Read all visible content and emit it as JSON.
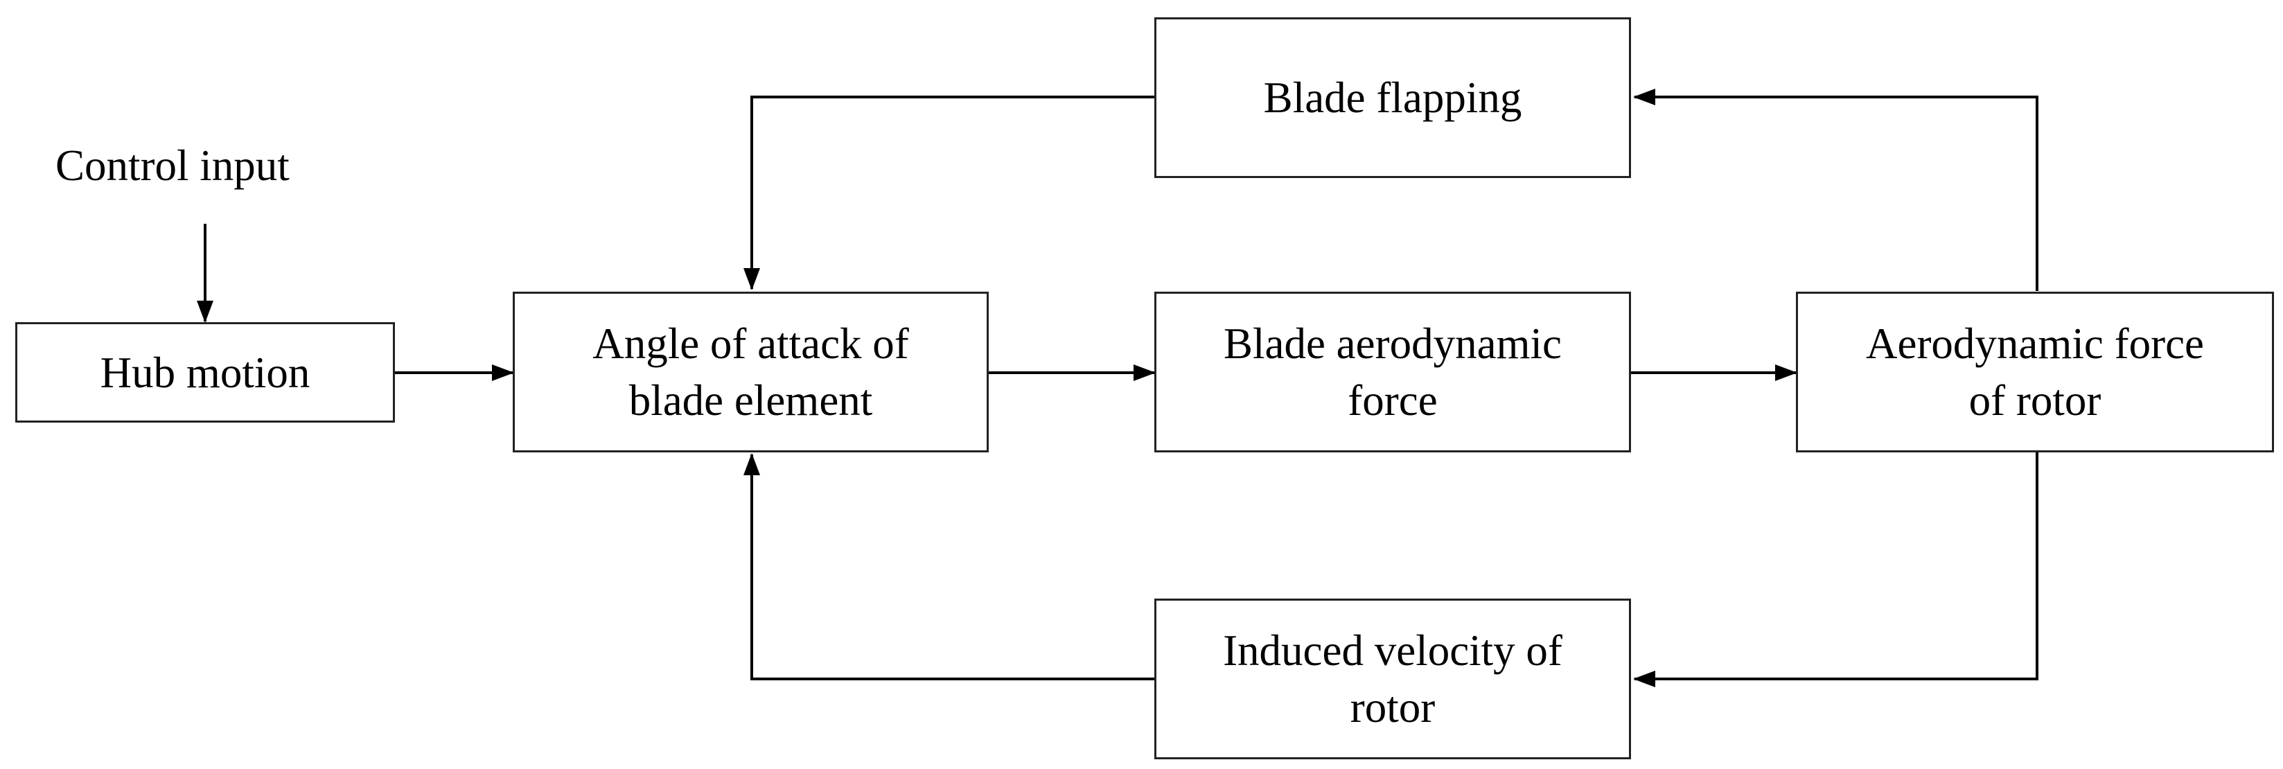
{
  "diagram": {
    "input_label": "Control input",
    "blocks": {
      "hub_motion": "Hub motion",
      "angle_of_attack": "Angle of attack of\nblade element",
      "blade_aero_force": "Blade aerodynamic\nforce",
      "rotor_aero_force": "Aerodynamic force\nof rotor",
      "blade_flapping": "Blade flapping",
      "induced_velocity": "Induced velocity of\nrotor"
    },
    "connections": [
      {
        "from": "control_input",
        "to": "hub_motion"
      },
      {
        "from": "hub_motion",
        "to": "angle_of_attack"
      },
      {
        "from": "angle_of_attack",
        "to": "blade_aero_force"
      },
      {
        "from": "blade_aero_force",
        "to": "rotor_aero_force"
      },
      {
        "from": "rotor_aero_force",
        "to": "blade_flapping"
      },
      {
        "from": "blade_flapping",
        "to": "angle_of_attack"
      },
      {
        "from": "rotor_aero_force",
        "to": "induced_velocity"
      },
      {
        "from": "induced_velocity",
        "to": "angle_of_attack"
      }
    ]
  }
}
